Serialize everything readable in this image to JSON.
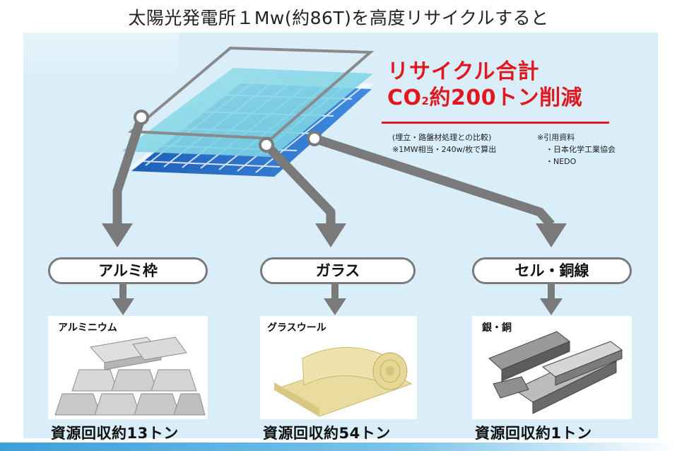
{
  "title": "太陽光発電所１Mw(約86T)を高度リサイクルすると",
  "headline": {
    "line1": "リサイクル合計",
    "line2_a": "CO",
    "line2_sub": "2",
    "line2_b": "約200トン削減"
  },
  "notes": {
    "basis1": "(埋立・路盤材処理との比較)",
    "basis2": "※1MW相当・240w/枚で算出",
    "source_head": "※引用資料",
    "source1": "・日本化学工業協会",
    "source2": "・NEDO"
  },
  "materials": [
    {
      "category": "アルミ枠",
      "product": "アルミニウム",
      "recovery": "資源回収約13トン"
    },
    {
      "category": "ガラス",
      "product": "グラスウール",
      "recovery": "資源回収約54トン"
    },
    {
      "category": "セル・銅線",
      "product": "銀・銅",
      "recovery": "資源回収約1トン"
    }
  ],
  "colors": {
    "accent": "#e1181f",
    "panel_bg": "#d9eef9",
    "arrow": "#7a7a7a"
  }
}
